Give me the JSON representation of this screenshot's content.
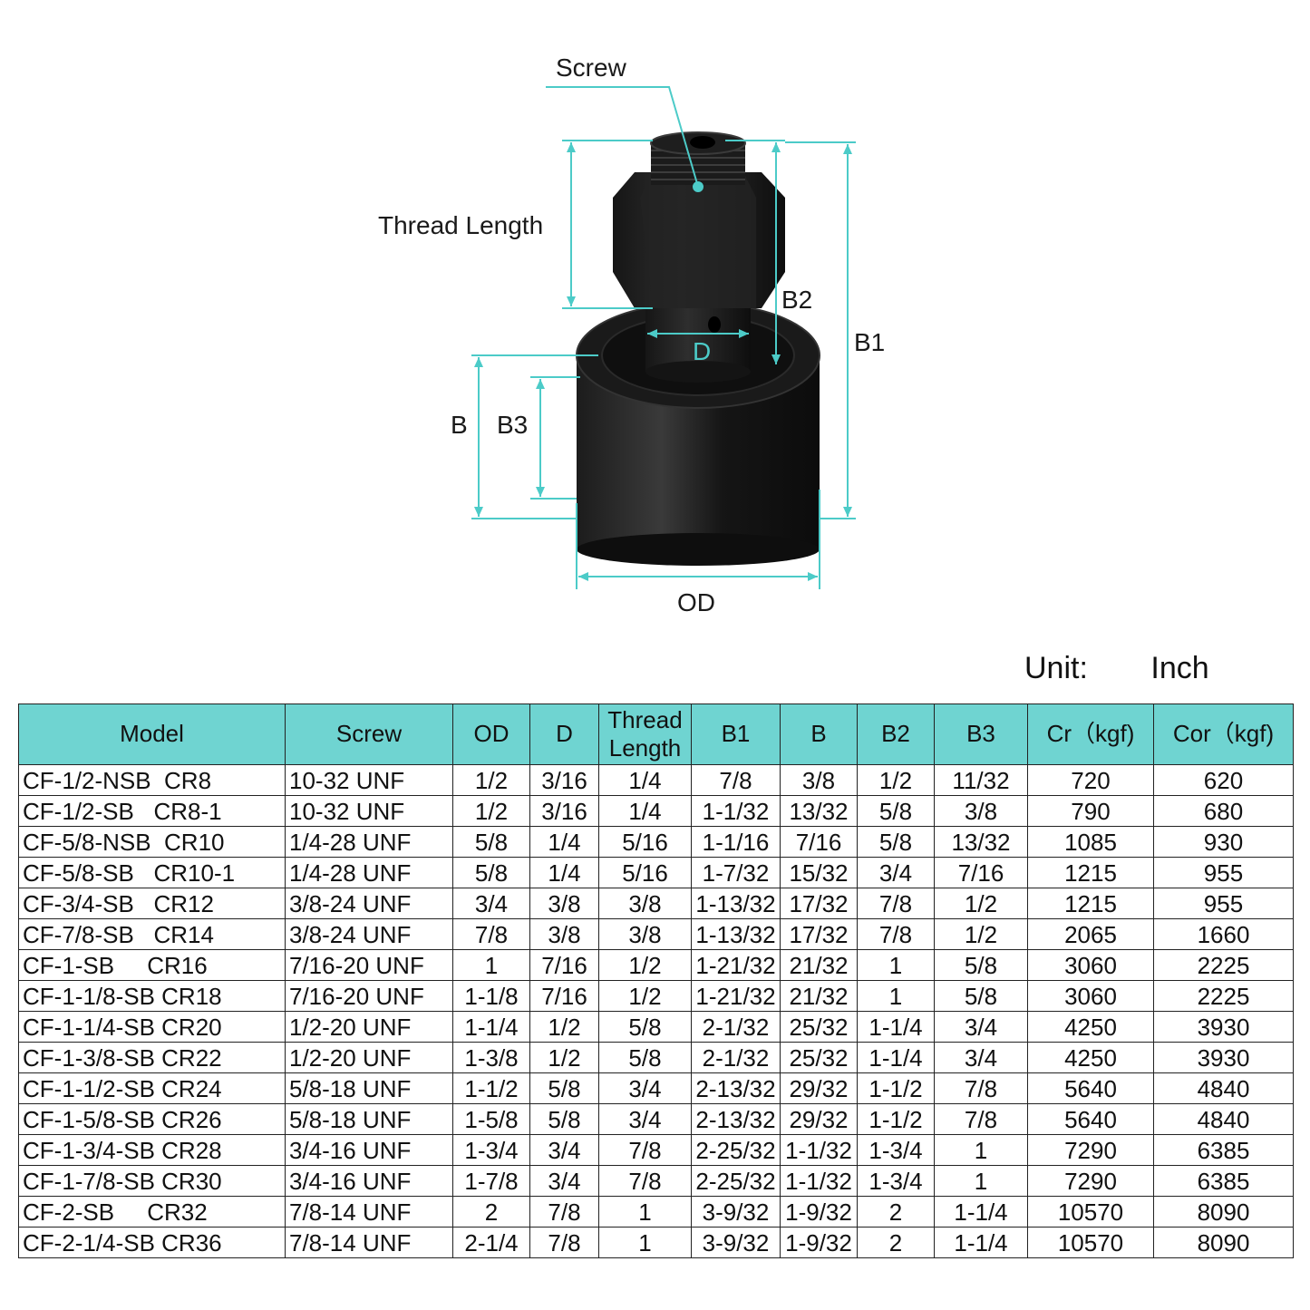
{
  "diagram": {
    "labels": {
      "screw": "Screw",
      "thread_length": "Thread Length",
      "b2": "B2",
      "b1": "B1",
      "d": "D",
      "b": "B",
      "b3": "B3",
      "od": "OD"
    },
    "colors": {
      "dimension_line": "#4ccbc8",
      "bearing_body": "#111111",
      "header_fill": "#6fd4d1"
    }
  },
  "unit": {
    "label": "Unit:",
    "value": "Inch"
  },
  "table": {
    "headers": [
      "Model",
      "Screw",
      "OD",
      "D",
      "Thread Length",
      "B1",
      "B",
      "B2",
      "B3",
      "Cr（kgf)",
      "Cor（kgf)"
    ],
    "rows": [
      [
        "CF-1/2-NSB  CR8",
        "10-32  UNF",
        "1/2",
        "3/16",
        "1/4",
        "7/8",
        "3/8",
        "1/2",
        "11/32",
        "720",
        "620"
      ],
      [
        "CF-1/2-SB   CR8-1",
        "10-32 UNF",
        "1/2",
        "3/16",
        "1/4",
        "1-1/32",
        "13/32",
        "5/8",
        "3/8",
        "790",
        "680"
      ],
      [
        "CF-5/8-NSB  CR10",
        "1/4-28 UNF",
        "5/8",
        "1/4",
        "5/16",
        "1-1/16",
        "7/16",
        "5/8",
        "13/32",
        "1085",
        "930"
      ],
      [
        "CF-5/8-SB   CR10-1",
        "1/4-28 UNF",
        "5/8",
        "1/4",
        "5/16",
        "1-7/32",
        "15/32",
        "3/4",
        "7/16",
        "1215",
        "955"
      ],
      [
        "CF-3/4-SB   CR12",
        "3/8-24 UNF",
        "3/4",
        "3/8",
        "3/8",
        "1-13/32",
        "17/32",
        "7/8",
        "1/2",
        "1215",
        "955"
      ],
      [
        "CF-7/8-SB   CR14",
        "3/8-24 UNF",
        "7/8",
        "3/8",
        "3/8",
        "1-13/32",
        "17/32",
        "7/8",
        "1/2",
        "2065",
        "1660"
      ],
      [
        "CF-1-SB     CR16",
        "7/16-20 UNF",
        "1",
        "7/16",
        "1/2",
        "1-21/32",
        "21/32",
        "1",
        "5/8",
        "3060",
        "2225"
      ],
      [
        "CF-1-1/8-SB CR18",
        "7/16-20 UNF",
        "1-1/8",
        "7/16",
        "1/2",
        "1-21/32",
        "21/32",
        "1",
        "5/8",
        "3060",
        "2225"
      ],
      [
        "CF-1-1/4-SB CR20",
        "1/2-20 UNF",
        "1-1/4",
        "1/2",
        "5/8",
        "2-1/32",
        "25/32",
        "1-1/4",
        "3/4",
        "4250",
        "3930"
      ],
      [
        "CF-1-3/8-SB CR22",
        "1/2-20 UNF",
        "1-3/8",
        "1/2",
        "5/8",
        "2-1/32",
        "25/32",
        "1-1/4",
        "3/4",
        "4250",
        "3930"
      ],
      [
        "CF-1-1/2-SB CR24",
        "5/8-18 UNF",
        "1-1/2",
        "5/8",
        "3/4",
        "2-13/32",
        "29/32",
        "1-1/2",
        "7/8",
        "5640",
        "4840"
      ],
      [
        "CF-1-5/8-SB CR26",
        "5/8-18 UNF",
        "1-5/8",
        "5/8",
        "3/4",
        "2-13/32",
        "29/32",
        "1-1/2",
        "7/8",
        "5640",
        "4840"
      ],
      [
        "CF-1-3/4-SB CR28",
        "3/4-16 UNF",
        "1-3/4",
        "3/4",
        "7/8",
        "2-25/32",
        "1-1/32",
        "1-3/4",
        "1",
        "7290",
        "6385"
      ],
      [
        "CF-1-7/8-SB CR30",
        "3/4-16 UNF",
        "1-7/8",
        "3/4",
        "7/8",
        "2-25/32",
        "1-1/32",
        "1-3/4",
        "1",
        "7290",
        "6385"
      ],
      [
        "CF-2-SB     CR32",
        "7/8-14 UNF",
        "2",
        "7/8",
        "1",
        "3-9/32",
        "1-9/32",
        "2",
        "1-1/4",
        "10570",
        "8090"
      ],
      [
        "CF-2-1/4-SB CR36",
        "7/8-14 UNF",
        "2-1/4",
        "7/8",
        "1",
        "3-9/32",
        "1-9/32",
        "2",
        "1-1/4",
        "10570",
        "8090"
      ]
    ]
  }
}
